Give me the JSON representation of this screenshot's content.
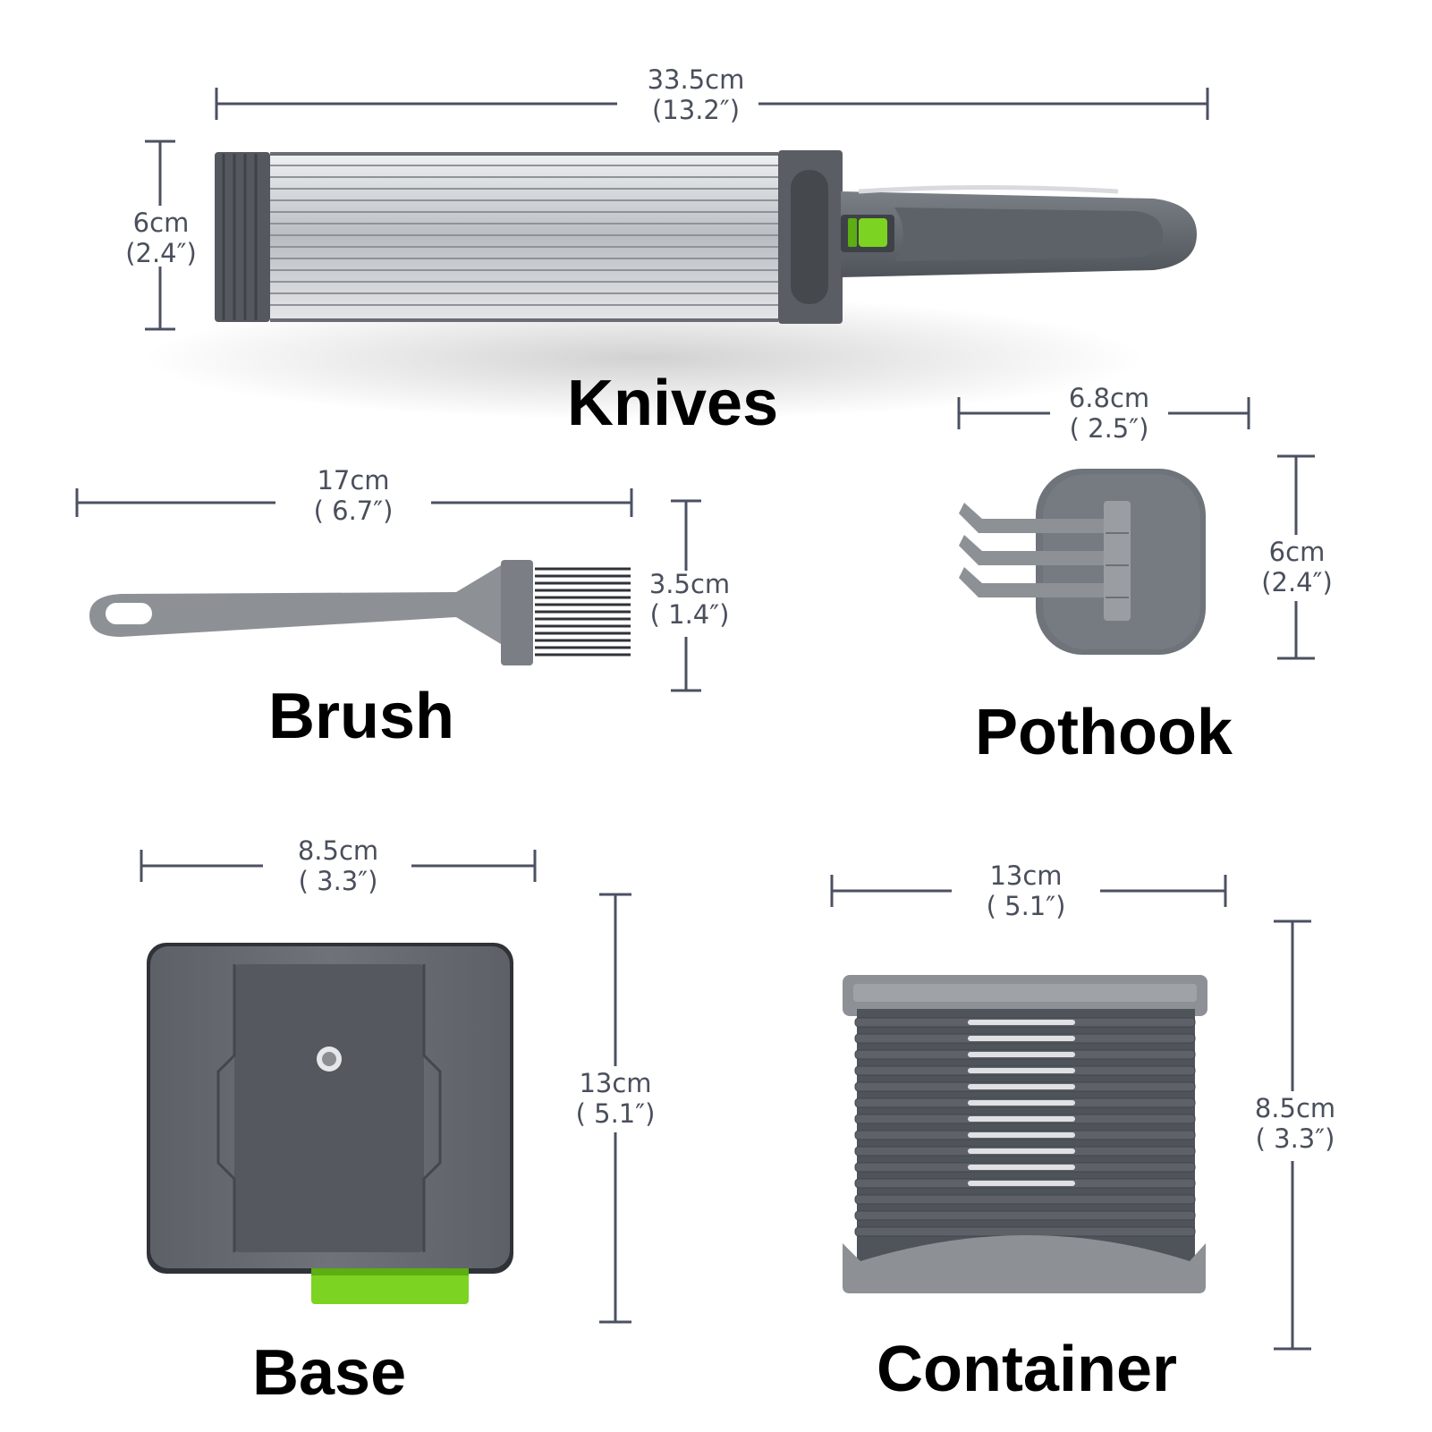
{
  "colors": {
    "line": "#4b5162",
    "body_gray": "#6f747a",
    "dark_gray": "#4a4e54",
    "light_gray": "#8d9196",
    "accent_green": "#7dd321",
    "steel": "#c9ccd0"
  },
  "knives": {
    "title": "Knives",
    "width_cm": "33.5cm",
    "width_in": "(13.2″)",
    "height_cm": "6cm",
    "height_in": "(2.4″)"
  },
  "brush": {
    "title": "Brush",
    "width_cm": "17cm",
    "width_in": "( 6.7″)",
    "height_cm": "3.5cm",
    "height_in": "( 1.4″)"
  },
  "pothook": {
    "title": "Pothook",
    "width_cm": "6.8cm",
    "width_in": "( 2.5″)",
    "height_cm": "6cm",
    "height_in": "(2.4″)"
  },
  "base": {
    "title": "Base",
    "width_cm": "8.5cm",
    "width_in": "( 3.3″)",
    "height_cm": "13cm",
    "height_in": "( 5.1″)"
  },
  "container": {
    "title": "Container",
    "width_cm": "13cm",
    "width_in": "( 5.1″)",
    "height_cm": "8.5cm",
    "height_in": "( 3.3″)"
  }
}
